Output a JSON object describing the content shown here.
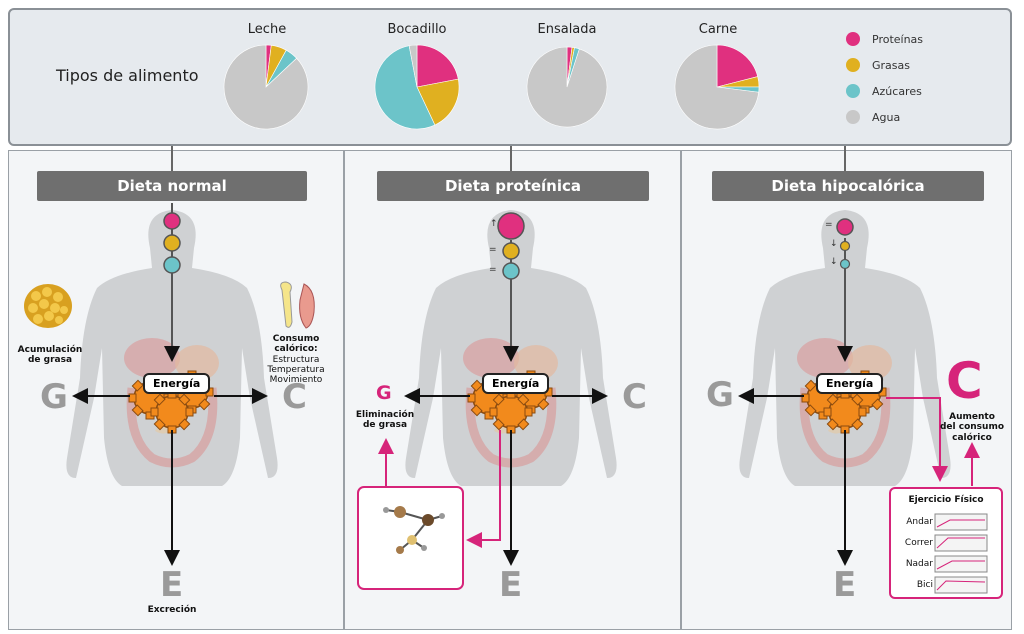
{
  "top": {
    "title": "Tipos de alimento",
    "foods": [
      {
        "name": "Leche",
        "slices": [
          0.02,
          0.06,
          0.05,
          0.87
        ]
      },
      {
        "name": "Bocadillo",
        "slices": [
          0.22,
          0.21,
          0.54,
          0.03
        ]
      },
      {
        "name": "Ensalada",
        "slices": [
          0.02,
          0.01,
          0.02,
          0.95
        ]
      },
      {
        "name": "Carne",
        "slices": [
          0.21,
          0.04,
          0.02,
          0.73
        ]
      }
    ],
    "legend": [
      {
        "label": "Proteínas",
        "color": "#e0307f"
      },
      {
        "label": "Grasas",
        "color": "#e0b020"
      },
      {
        "label": "Azúcares",
        "color": "#6cc4c9"
      },
      {
        "label": "Agua",
        "color": "#c8c8c8"
      }
    ]
  },
  "panels": [
    {
      "title": "Dieta normal",
      "energia": "Energía",
      "g": "G",
      "c": "C",
      "e": "E",
      "left_label_1": "Acumulación",
      "left_label_2": "de grasa",
      "right_label_1": "Consumo calórico:",
      "right_label_2": "Estructura",
      "right_label_3": "Temperatura",
      "right_label_4": "Movimiento",
      "bottom_label": "Excreción"
    },
    {
      "title": "Dieta proteínica",
      "energia": "Energía",
      "g": "G",
      "c": "C",
      "e": "E",
      "left_label_1": "Eliminación",
      "left_label_2": "de grasa",
      "mark_up": "↑",
      "mark_eq1": "=",
      "mark_eq2": "="
    },
    {
      "title": "Dieta hipocalórica",
      "energia": "Energía",
      "g": "G",
      "c": "C",
      "e": "E",
      "mark_eq": "=",
      "mark_dn1": "↓",
      "mark_dn2": "↓",
      "right_label_1": "Aumento",
      "right_label_2": "del consumo",
      "right_label_3": "calórico",
      "exercise_title": "Ejercicio Físico",
      "exercises": [
        "Andar",
        "Correr",
        "Nadar",
        "Bici"
      ]
    }
  ],
  "colors": {
    "protein": "#e0307f",
    "fat": "#e0b020",
    "sugar": "#6cc4c9",
    "water": "#c8c8c8",
    "gear": "#f28a1c",
    "magenta": "#d6247a"
  }
}
